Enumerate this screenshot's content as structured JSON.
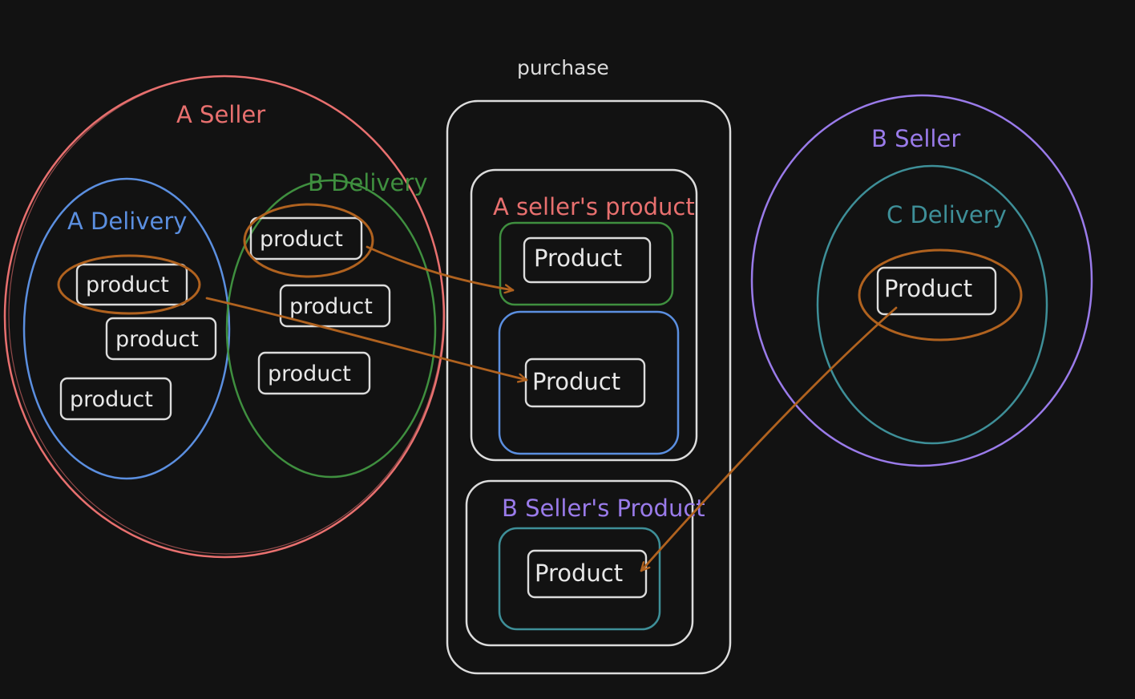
{
  "colors": {
    "background": "#121212",
    "a_seller": "#e8706f",
    "a_delivery": "#5b8fe0",
    "b_delivery": "#3f8f3f",
    "b_seller": "#9a7bea",
    "c_delivery": "#3e8f98",
    "highlight": "#b0621f",
    "neutral": "#dcdcdc"
  },
  "labels": {
    "purchase": "purchase",
    "a_seller": "A Seller",
    "a_delivery": "A Delivery",
    "b_delivery": "B Delivery",
    "b_seller": "B Seller",
    "c_delivery": "C Delivery",
    "a_sellers_product": "A seller's product",
    "b_sellers_product": "B Seller's Product"
  },
  "a_delivery_products": [
    "product",
    "product",
    "product"
  ],
  "b_delivery_products": [
    "product",
    "product",
    "product"
  ],
  "purchase_products": {
    "a_b_delivery": "Product",
    "a_a_delivery": "Product",
    "b_c_delivery": "Product"
  },
  "c_delivery_product": "Product"
}
